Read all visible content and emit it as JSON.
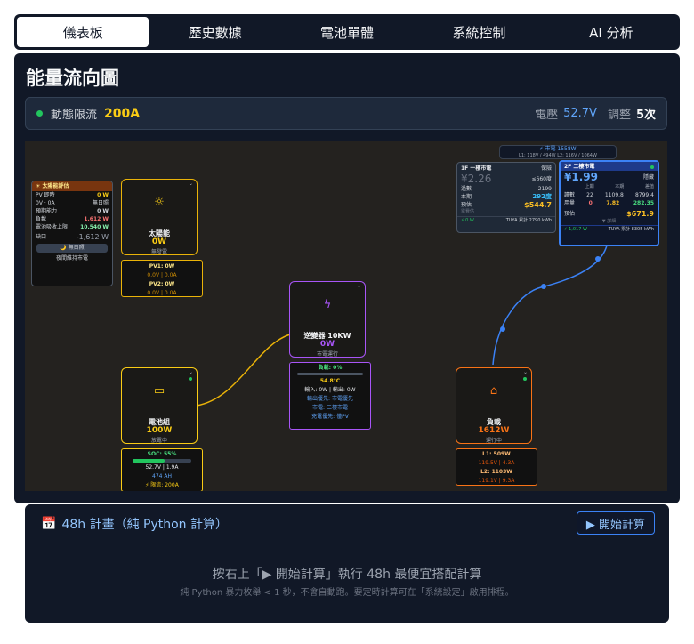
{
  "tabs": [
    {
      "label": "儀表板"
    },
    {
      "label": "歷史數據"
    },
    {
      "label": "電池單體"
    },
    {
      "label": "系統控制"
    },
    {
      "label": "AI 分析"
    }
  ],
  "panel": {
    "title": "能量流向圖"
  },
  "limit": {
    "label": "動態限流",
    "value": "200A",
    "voltage_label": "電壓",
    "voltage_value": "52.7V",
    "adjust_label": "調整",
    "adjust_value": "5次"
  },
  "grid_top": {
    "line1": "⚡ 市電 1558W",
    "line2": "L1: 118V / 494W   L2: 116V / 1064W"
  },
  "solar_card": {
    "title": "☀ 太陽能評估",
    "rows": [
      {
        "k": "PV 即時",
        "v": "0 W"
      },
      {
        "k": "0V · 0A",
        "v": "無日照"
      },
      {
        "k": "預期能力",
        "v": "0 W"
      },
      {
        "k": "負載",
        "v": "1,612 W"
      },
      {
        "k": "電池吸收上限",
        "v": "10,540 W"
      },
      {
        "k": "缺口",
        "v": "-1,612 W"
      }
    ],
    "badge": "🌙 無日照",
    "note": "夜間維持市電"
  },
  "meter1": {
    "title": "1F 一樓市電",
    "tag": "保險",
    "price": "¥2.26",
    "unit_price": "≤660度",
    "rows": [
      {
        "k": "過數",
        "v": "2199"
      },
      {
        "k": "本期",
        "v": "292度"
      },
      {
        "k": "預估",
        "v": "$544.7"
      }
    ],
    "est_label": "電費估",
    "foot_left": "⚡ 0 W",
    "foot_right": "TUYA 累計 2790 kWh"
  },
  "meter2": {
    "title": "2F 二樓市電",
    "tag": "隱藏",
    "price": "¥1.99",
    "headers": [
      "上期",
      "本期",
      "差值"
    ],
    "rows": [
      {
        "k": "讀數",
        "a": "22",
        "b": "1109.8",
        "c": "8799.4"
      },
      {
        "k": "用量",
        "a": "0",
        "b": "7.82",
        "c": "282.35"
      }
    ],
    "est_label": "預估",
    "est": "$671.9",
    "note": "▼ 詳細",
    "foot_left": "⚡ 1,017 W",
    "foot_right": "TUYA 累計 8305 kWh"
  },
  "solar": {
    "title": "太陽能",
    "value": "0W",
    "status": "無發電",
    "pv1": "PV1: 0W",
    "pv1d": "0.0V | 0.0A",
    "pv2": "PV2: 0W",
    "pv2d": "0.0V | 0.0A"
  },
  "inverter": {
    "title": "逆變器 10KW",
    "value": "0W",
    "status": "市電運行",
    "load_pct": "負載: 0%",
    "temp": "54.8°C",
    "io": "輸入: 0W | 輸出: 0W",
    "l1": "輸出優先: 市電優先",
    "l2": "市電: 二樓市電",
    "l3": "充電優先: 僅PV"
  },
  "battery": {
    "title": "電池組",
    "value": "100W",
    "status": "放電中",
    "soc": "SOC: 55%",
    "vi": "52.7V | 1.9A",
    "ah": "474 AH",
    "limit": "⚡ 限流: 200A"
  },
  "load": {
    "title": "負載",
    "value": "1612W",
    "status": "運行中",
    "l1": "L1: 509W",
    "l1d": "119.5V | 4.3A",
    "l2": "L2: 1103W",
    "l2d": "119.1V | 9.3A"
  },
  "plan": {
    "icon": "📅",
    "title": "48h 計畫（純 Python 計算）",
    "button": "▶ 開始計算",
    "message": "按右上「▶ 開始計算」執行 48h 最便宜搭配計算",
    "note": "純 Python 暴力枚舉 < 1 秒，不會自動跑。要定時計算可在「系統設定」啟用排程。"
  },
  "colors": {
    "solar": "#eab308",
    "inverter": "#a855f7",
    "battery": "#facc15",
    "load": "#f97316",
    "grid": "#3b82f6",
    "ok": "#22c55e"
  }
}
